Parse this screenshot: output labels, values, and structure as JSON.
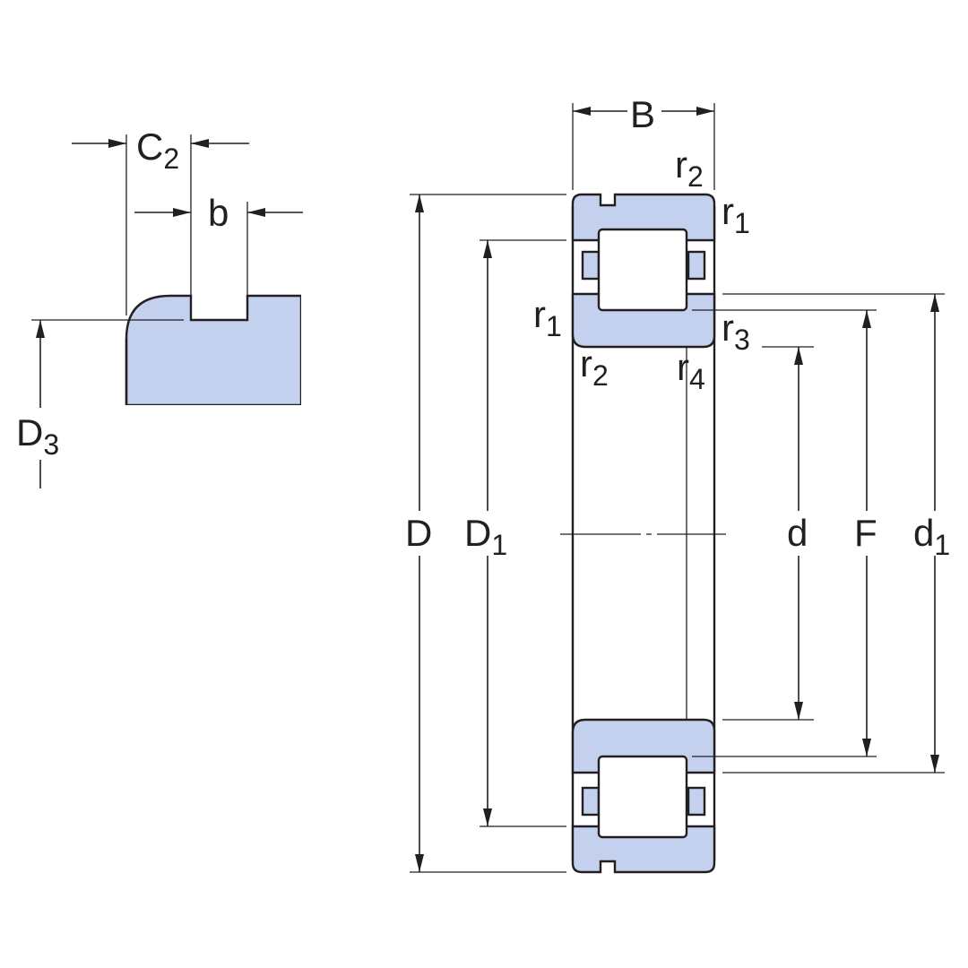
{
  "colors": {
    "part_fill": "#c3d1ee",
    "line": "#231f20",
    "background": "#ffffff"
  },
  "labels": {
    "C2": {
      "main": "C",
      "sub": "2"
    },
    "b": {
      "main": "b"
    },
    "D3": {
      "main": "D",
      "sub": "3"
    },
    "B": {
      "main": "B"
    },
    "r2_top": {
      "main": "r",
      "sub": "2"
    },
    "r1_top": {
      "main": "r",
      "sub": "1"
    },
    "r1_left": {
      "main": "r",
      "sub": "1"
    },
    "r3": {
      "main": "r",
      "sub": "3"
    },
    "r2_bottom": {
      "main": "r",
      "sub": "2"
    },
    "r4": {
      "main": "r",
      "sub": "4"
    },
    "D": {
      "main": "D"
    },
    "D1": {
      "main": "D",
      "sub": "1"
    },
    "d": {
      "main": "d"
    },
    "F": {
      "main": "F"
    },
    "d1": {
      "main": "d",
      "sub": "1"
    }
  }
}
